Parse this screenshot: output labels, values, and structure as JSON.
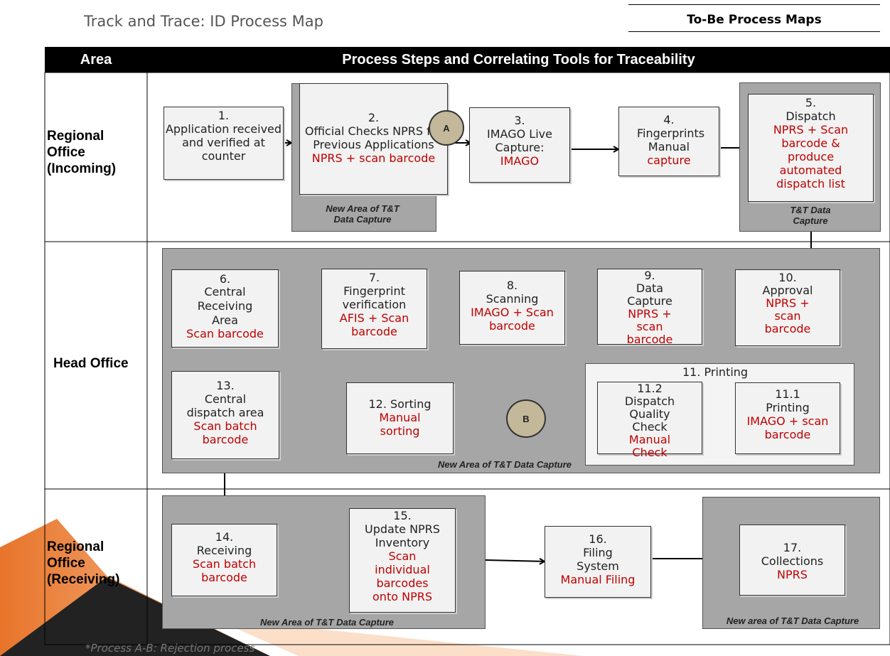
{
  "title": "Track and Trace: ID Process Map",
  "tobe_label": "To-Be Process Maps",
  "header": {
    "area": "Area",
    "process": "Process Steps and Correlating Tools for Traceability"
  },
  "rows": {
    "regional_incoming": "Regional Office (Incoming)",
    "head_office": "Head Office",
    "regional_receiving": "Regional Office (Receiving)"
  },
  "steps": {
    "s1": {
      "number": "1.",
      "title": "Application received  and verified at counter",
      "tool": ""
    },
    "s2": {
      "number": "2.",
      "title": "Official Checks NPRS for Previous Applications",
      "tool": "NPRS + scan barcode"
    },
    "s3": {
      "number": "3.",
      "title": "IMAGO Live Capture:",
      "tool": "IMAGO"
    },
    "s4": {
      "number": "4.",
      "title": "Fingerprints Manual",
      "tool": "capture"
    },
    "s5": {
      "number": "5.",
      "title": "Dispatch",
      "tool": "NPRS + Scan barcode & produce automated dispatch list"
    },
    "s6": {
      "number": "6.",
      "title": "Central Receiving Area",
      "tool": "Scan barcode"
    },
    "s7": {
      "number": "7.",
      "title": "Fingerprint verification",
      "tool": "AFIS + Scan barcode"
    },
    "s8": {
      "number": "8.",
      "title": "Scanning",
      "tool": "IMAGO + Scan barcode"
    },
    "s9": {
      "number": "9.",
      "title": "Data Capture",
      "tool": "NPRS + scan barcode"
    },
    "s10": {
      "number": "10.",
      "title": "Approval",
      "tool": "NPRS + scan barcode"
    },
    "s11": {
      "title": "11. Printing"
    },
    "s11_1": {
      "number": "11.1",
      "title": "Printing",
      "tool": "IMAGO + scan barcode"
    },
    "s11_2": {
      "number": "11.2",
      "title": "Dispatch Quality Check",
      "tool": "Manual Check"
    },
    "s12": {
      "number": "",
      "title": "12. Sorting",
      "tool": "Manual sorting"
    },
    "s13": {
      "number": "13.",
      "title": "Central dispatch area",
      "tool": "Scan batch barcode"
    },
    "s14": {
      "number": "14.",
      "title": "Receiving",
      "tool": "Scan batch barcode"
    },
    "s15": {
      "number": "15.",
      "title": "Update NPRS Inventory",
      "tool": "Scan individual barcodes onto NPRS"
    },
    "s16": {
      "number": "16.",
      "title": "Filing System",
      "tool": "Manual Filing"
    },
    "s17": {
      "number": "17.",
      "title": "Collections",
      "tool": "NPRS"
    }
  },
  "connectors": {
    "a": "A",
    "b": "B"
  },
  "captions": {
    "new_area_tt": "New Area of T&T Data Capture",
    "tt_data_capture": "T&T Data Capture",
    "new_area_head": "New Area of T&T Data Capture",
    "new_area_receiving": "New Area of T&T Data Capture",
    "new_area_collections": "New area of T&T Data Capture"
  },
  "footnote": "*Process A-B: Rejection process",
  "colors": {
    "tool_text": "#c00000",
    "panel_gray": "#a6a6a6",
    "connector_fill": "#c4b89a",
    "header_bg": "#000000"
  }
}
